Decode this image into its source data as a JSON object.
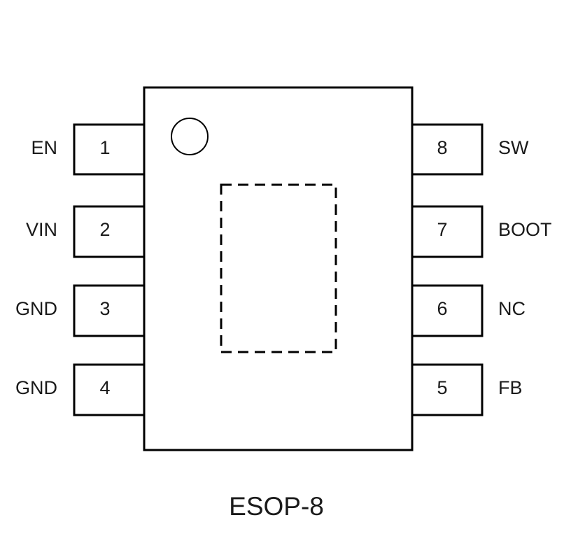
{
  "package": {
    "name": "ESOP-8"
  },
  "pins_left": [
    {
      "number": "1",
      "name": "EN"
    },
    {
      "number": "2",
      "name": "VIN"
    },
    {
      "number": "3",
      "name": "GND"
    },
    {
      "number": "4",
      "name": "GND"
    }
  ],
  "pins_right": [
    {
      "number": "8",
      "name": "SW"
    },
    {
      "number": "7",
      "name": "BOOT"
    },
    {
      "number": "6",
      "name": "NC"
    },
    {
      "number": "5",
      "name": "FB"
    }
  ],
  "colors": {
    "line": "#000000",
    "text": "#1a1a1a",
    "background": "#ffffff"
  }
}
